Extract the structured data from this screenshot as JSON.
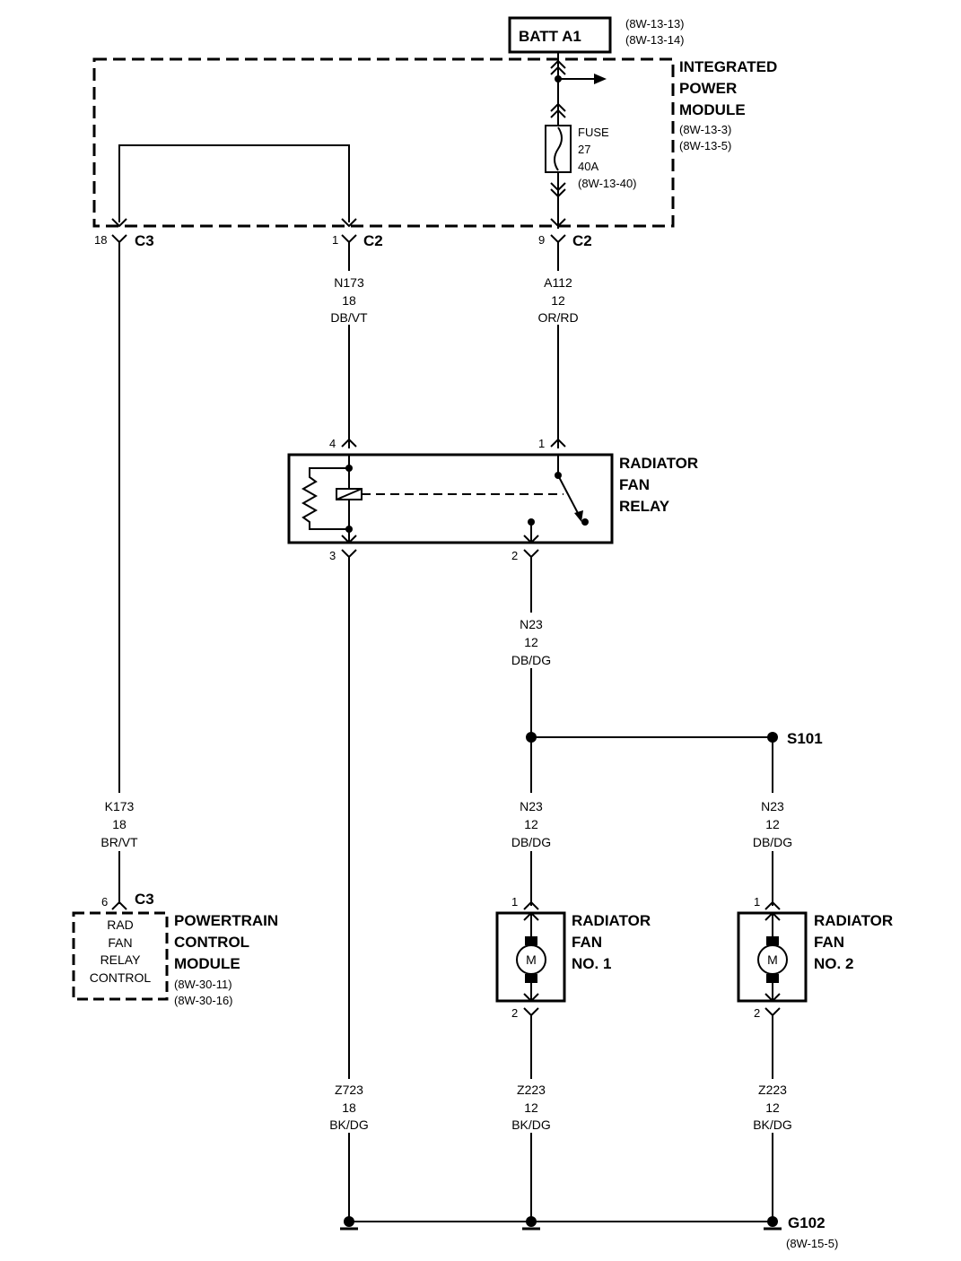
{
  "batt": {
    "label": "BATT A1",
    "refs": [
      "(8W-13-13)",
      "(8W-13-14)"
    ]
  },
  "ipm": {
    "title": [
      "INTEGRATED",
      "POWER",
      "MODULE"
    ],
    "refs": [
      "(8W-13-3)",
      "(8W-13-5)"
    ]
  },
  "fuse": {
    "lines": [
      "FUSE",
      "27",
      "40A",
      "(8W-13-40)"
    ]
  },
  "ipm_connectors": [
    {
      "pin": "18",
      "name": "C3"
    },
    {
      "pin": "1",
      "name": "C2"
    },
    {
      "pin": "9",
      "name": "C2"
    }
  ],
  "wires": {
    "n173": [
      "N173",
      "18",
      "DB/VT"
    ],
    "a112": [
      "A112",
      "12",
      "OR/RD"
    ],
    "n23_relay": [
      "N23",
      "12",
      "DB/DG"
    ],
    "n23_fan1": [
      "N23",
      "12",
      "DB/DG"
    ],
    "n23_fan2": [
      "N23",
      "12",
      "DB/DG"
    ],
    "k173": [
      "K173",
      "18",
      "BR/VT"
    ],
    "z723": [
      "Z723",
      "18",
      "BK/DG"
    ],
    "z223_fan1": [
      "Z223",
      "12",
      "BK/DG"
    ],
    "z223_fan2": [
      "Z223",
      "12",
      "BK/DG"
    ]
  },
  "relay": {
    "title": [
      "RADIATOR",
      "FAN",
      "RELAY"
    ],
    "pins": {
      "p4": "4",
      "p1": "1",
      "p3": "3",
      "p2": "2"
    }
  },
  "splice": {
    "label": "S101"
  },
  "pcm": {
    "pin": "6",
    "connector": "C3",
    "inner": [
      "RAD",
      "FAN",
      "RELAY",
      "CONTROL"
    ],
    "title": [
      "POWERTRAIN",
      "CONTROL",
      "MODULE"
    ],
    "refs": [
      "(8W-30-11)",
      "(8W-30-16)"
    ]
  },
  "fan1": {
    "title": [
      "RADIATOR",
      "FAN",
      "NO. 1"
    ],
    "motor": "M",
    "pin_top": "1",
    "pin_bottom": "2"
  },
  "fan2": {
    "title": [
      "RADIATOR",
      "FAN",
      "NO. 2"
    ],
    "motor": "M",
    "pin_top": "1",
    "pin_bottom": "2"
  },
  "ground": {
    "label": "G102",
    "ref": "(8W-15-5)"
  }
}
